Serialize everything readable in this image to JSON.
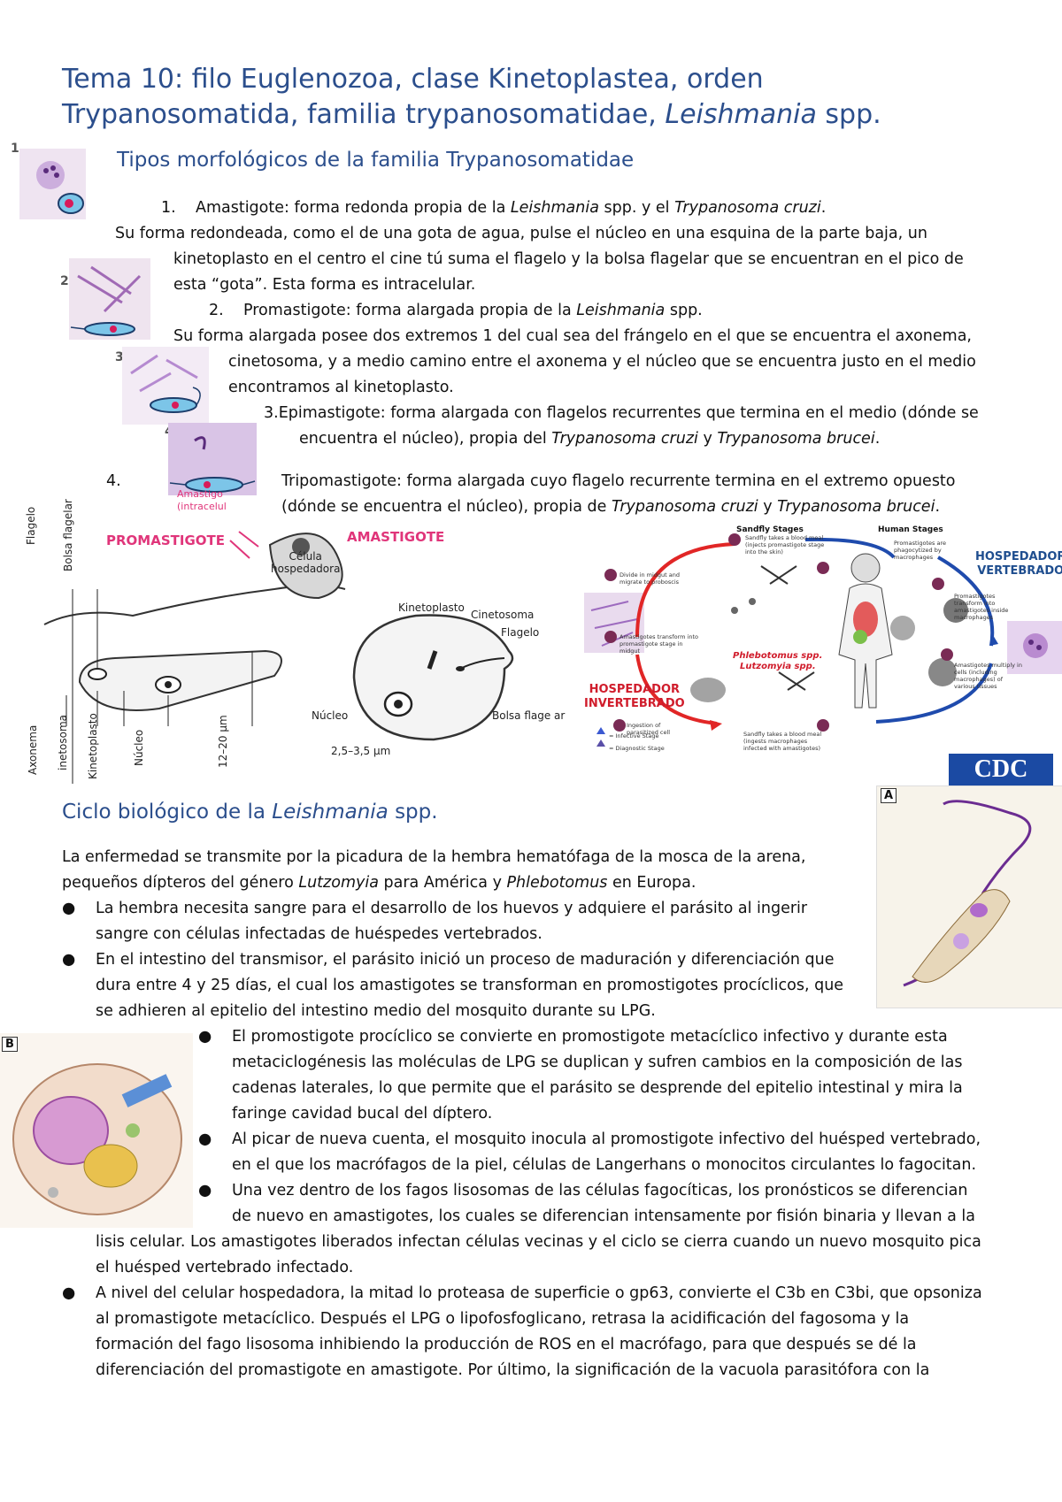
{
  "title": {
    "prefix": "Tema 10: filo Euglenozoa, clase Kinetoplastea, orden Trypanosomatida, familia trypanosomatidae, ",
    "genus": "Leishmania",
    "suffix": " spp."
  },
  "section1": {
    "heading": "Tipos morfológicos de la familia Trypanosomatidae",
    "item1": {
      "num": "1.",
      "label": "Amastigote:",
      "a": " forma redonda propia de la ",
      "i1": "Leishmania",
      "b": " spp. y el ",
      "i2": "Trypanosoma cruzi",
      "c": "."
    },
    "item1_desc1": "Su forma redondeada, como el de una gota de agua, pulse el núcleo en una esquina de la parte baja, un",
    "item1_desc2": "kinetoplasto en el centro el cine tú suma el flagelo y la bolsa flagelar que se encuentran en el pico de",
    "item1_desc3": "esta “gota”. Esta forma es intracelular.",
    "item2": {
      "num": "2.",
      "label": "Promastigote:",
      "a": "  forma alargada propia de la ",
      "i1": "Leishmania",
      "b": " spp."
    },
    "item2_desc1": "Su forma alargada posee dos extremos 1 del cual sea del frángelo en el que se encuentra el axonema,",
    "item2_desc2": "cinetosoma, y a medio camino entre el axonema y el núcleo que se encuentra justo en el medio",
    "item2_desc3": "encontramos al kinetoplasto.",
    "item3": {
      "num": "3.",
      "label": "Epimastigote:",
      "a": " forma alargada con flagelos recurrentes que termina en el medio (dónde se"
    },
    "item3_desc": {
      "a": "encuentra el núcleo), propia del ",
      "i1": "Trypanosoma cruzi",
      "b": " y ",
      "i2": "Trypanosoma brucei",
      "c": "."
    },
    "item4": {
      "num": "4.",
      "label": "Tripomastigote:",
      "a": " forma alargada cuyo flagelo recurrente termina en el extremo opuesto"
    },
    "item4_desc": {
      "a": "(dónde se encuentra el núcleo), propia de ",
      "i1": "Trypanosoma cruzi",
      "b": " y ",
      "i2": "Trypanosoma brucei",
      "c": "."
    },
    "thumb_nums": [
      "1",
      "2",
      "3",
      "4"
    ]
  },
  "figure_morph": {
    "promastigote": "PROMASTIGOTE",
    "amastigote": "AMASTIGOTE",
    "amastigo_intrac": "Amastigo\n(intracelul",
    "celula": "Célula\nhospedadora",
    "flagelo": "Flagelo",
    "bolsa": "Bolsa flagelar",
    "axonema": "Axonema",
    "cinetosoma_v": "inetosoma",
    "kinetoplasto_v": "Kinetoplasto",
    "nucleo_v": "Núcleo",
    "size_v": "12–20 µm",
    "kinetoplasto": "Kinetoplasto",
    "cinetosoma": "Cinetosoma",
    "flagelo2": "Flagelo",
    "nucleo": "Núcleo",
    "bolsa2": "Bolsa flage ar",
    "size": "2,5–3,5 µm"
  },
  "figure_cycle": {
    "sandfly": "Sandfly Stages",
    "human": "Human Stages",
    "hosp_vert": "HOSPEDADOR\nVERTEBRADO",
    "hosp_invert": "HOSPEDADOR\nINVERTEBRADO",
    "genera_a": "Phlebotomus spp.",
    "genera_b": "Lutzomyia spp.",
    "s1": "Sandfly takes a blood meal (injects promastigote stage into the skin)",
    "s2": "Promastigotes are phagocytized by macrophages",
    "s3": "Promastigotes transform into amastigotes inside macrophages",
    "s4": "Amastigotes multiply in cells (including macrophages) of various tissues",
    "s5": "Sandfly takes a blood meal (ingests macrophages infected with amastigotes)",
    "s6": "Ingestion of parasitized cell",
    "s7": "Amastigotes transform into promastigote stage in midgut",
    "s8": "Divide in midgut and migrate to proboscis",
    "legend_inf": "= Infective Stage",
    "legend_diag": "= Diagnostic Stage",
    "cdc": "CDC"
  },
  "section2": {
    "heading_a": "Ciclo biológico de la ",
    "heading_i": "Leishmania",
    "heading_b": " spp.",
    "p1a": "La enfermedad se transmite por la picadura de la hembra hematófaga de la mosca de la arena,",
    "p1b_a": "pequeños dípteros del género ",
    "p1b_i1": "Lutzomyia",
    "p1b_b": " para América y ",
    "p1b_i2": "Phlebotomus",
    "p1b_c": " en Europa.",
    "b1a": "La hembra necesita sangre para el desarrollo de los huevos y adquiere el parásito al ingerir",
    "b1b": "sangre con células infectadas de huéspedes vertebrados.",
    "b2a": "En el intestino del transmisor, el parásito inició un proceso de maduración y diferenciación que",
    "b2b": "dura entre 4 y 25 días, el cual los amastigotes se transforman en promostigotes procíclicos, que",
    "b2c": "se adhieren al epitelio del intestino medio del mosquito durante su LPG.",
    "b3a": "El promostigote procíclico se convierte en promostigote metacíclico infectivo y durante esta",
    "b3b": "metaciclogénesis las moléculas de LPG se duplican y sufren cambios en la composición de las",
    "b3c": "cadenas laterales, lo que permite que el parásito se desprende del epitelio intestinal y mira la",
    "b3d": "faringe cavidad bucal del díptero.",
    "b4a": "Al picar de nueva cuenta, el mosquito inocula al promostigote infectivo del huésped vertebrado,",
    "b4b": "en el que los macrófagos de la piel, células de Langerhans o monocitos circulantes lo fagocitan.",
    "b5a": "Una vez dentro de los fagos lisosomas de las células fagocíticas, los pronósticos se diferencian",
    "b5b": "de nuevo en amastigotes, los cuales se diferencian intensamente por fisión binaria y llevan a la",
    "b5c": "lisis celular. Los amastigotes liberados infectan células vecinas y el ciclo se cierra cuando un nuevo mosquito pica",
    "b5d": "el huésped vertebrado infectado.",
    "b6a": "A nivel del celular hospedadora, la mitad lo proteasa de superficie o gp63, convierte el C3b en C3bi, que opsoniza",
    "b6b": "al promastigote metacíclico. Después el LPG o lipofosfoglicano, retrasa la acidificación del fagosoma y la",
    "b6c": "formación del fago lisosoma inhibiendo la producción de ROS en el macrófago, para que después se dé la",
    "b6d": "diferenciación del promastigote en amastigote. Por último, la significación de la vacuola parasitófora con la"
  },
  "panel_a": {
    "label": "A"
  },
  "panel_b": {
    "label": "B"
  },
  "colors": {
    "heading": "#2b4e8c",
    "pink": "#e0357a",
    "red": "#d01c2b"
  }
}
